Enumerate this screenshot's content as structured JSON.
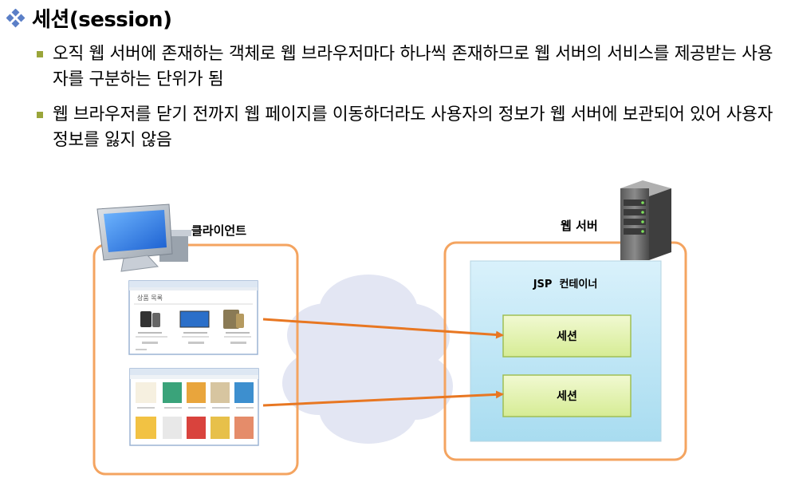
{
  "heading": {
    "title": "세션(session)"
  },
  "bullets": [
    {
      "text": "오직 웹 서버에 존재하는 객체로 웹 브라우저마다 하나씩 존재하므로 웹 서버의 서비스를 제공받는 사용자를 구분하는 단위가 됨"
    },
    {
      "text": "웹 브라우저를 닫기 전까지 웹 페이지를 이동하더라도 사용자의 정보가 웹 서버에 보관되어 있어 사용자 정보를 잃지 않음"
    }
  ],
  "diagram": {
    "client_label": "클라이언트",
    "server_label": "웹 서버",
    "container_label": "JSP  컨테이너",
    "sessions": [
      {
        "label": "세션"
      },
      {
        "label": "세션"
      }
    ],
    "browser1": {
      "page_title": "상품 목록"
    },
    "colors": {
      "frame": "#f4a460",
      "container_fill": "#bfe6f4",
      "session_fill": "#e6f4b0",
      "arrow": "#e87722"
    }
  }
}
